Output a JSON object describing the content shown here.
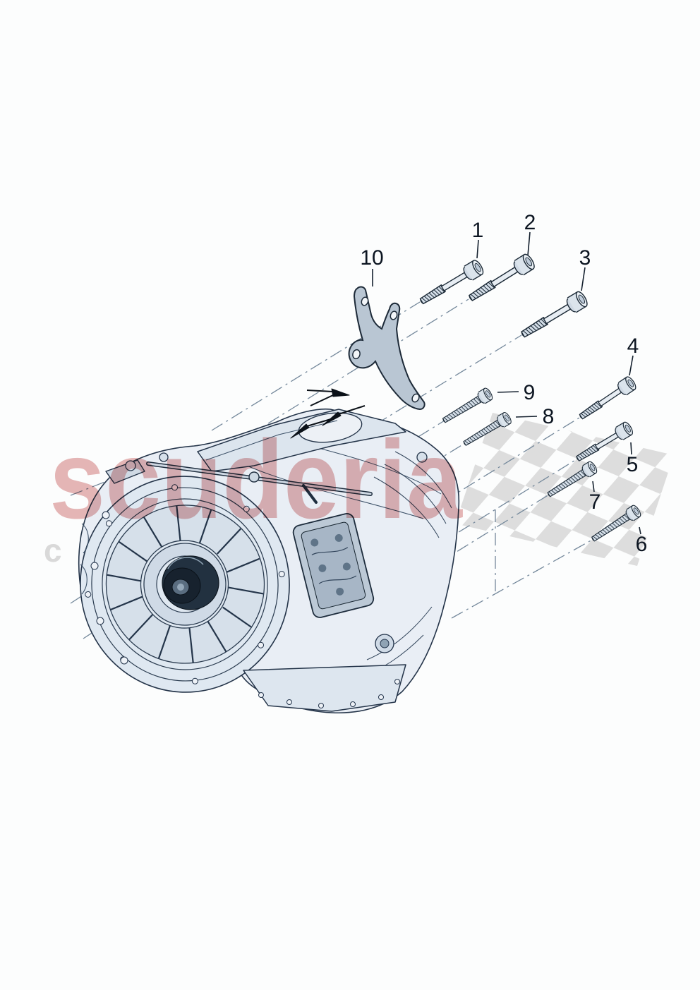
{
  "page": {
    "width": "992",
    "height": "1403",
    "background": "#fcfdfd"
  },
  "watermark": {
    "brand_text": "scuderia",
    "tagline_text": "carparts",
    "brand_color": "#c65353",
    "tagline_color": "#d6d6d6",
    "flag_color": "#d9d9d9"
  },
  "diagram": {
    "type": "exploded-parts-diagram",
    "subject": "transmission gearbox with mounting bolts and bracket",
    "line_color": "#1b2936",
    "leader_color": "#74889b",
    "callouts": [
      {
        "id": "callout-1",
        "label": "1",
        "part": "bolt"
      },
      {
        "id": "callout-2",
        "label": "2",
        "part": "bolt"
      },
      {
        "id": "callout-3",
        "label": "3",
        "part": "bolt"
      },
      {
        "id": "callout-4",
        "label": "4",
        "part": "bolt"
      },
      {
        "id": "callout-5",
        "label": "5",
        "part": "bolt"
      },
      {
        "id": "callout-6",
        "label": "6",
        "part": "bolt"
      },
      {
        "id": "callout-7",
        "label": "7",
        "part": "bolt"
      },
      {
        "id": "callout-8",
        "label": "8",
        "part": "bolt"
      },
      {
        "id": "callout-9",
        "label": "9",
        "part": "bolt"
      },
      {
        "id": "callout-10",
        "label": "10",
        "part": "bracket"
      }
    ]
  }
}
